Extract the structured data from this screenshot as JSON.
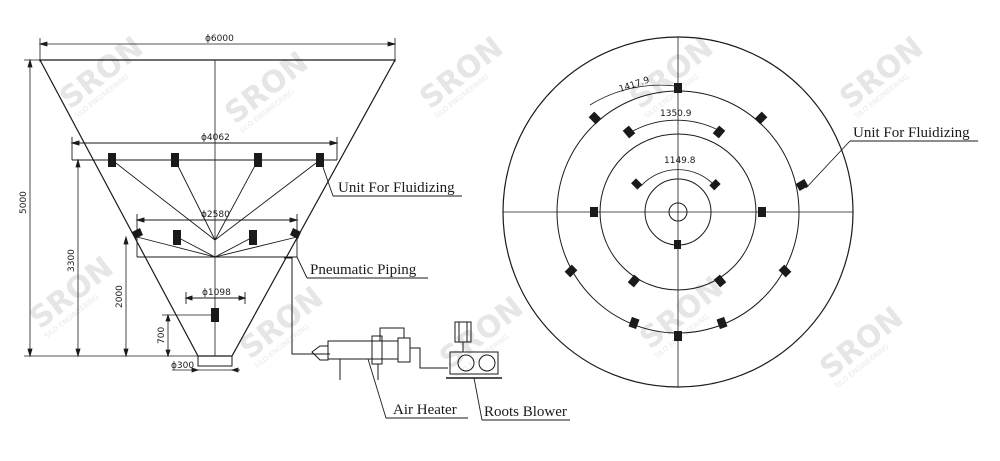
{
  "dimensions": {
    "top_diameter": "ɸ6000",
    "ring1_diameter": "ɸ4062",
    "ring2_diameter": "ɸ2580",
    "ring3_diameter": "ɸ1098",
    "outlet_diameter": "ɸ300",
    "total_height": "5000",
    "height_3300": "3300",
    "height_2000": "2000",
    "height_700": "700",
    "arc_outer": "1417.9",
    "arc_middle": "1350.9",
    "arc_inner": "1149.8"
  },
  "labels": {
    "fluidizing_left": "Unit For Fluidizing",
    "fluidizing_right": "Unit For Fluidizing",
    "pneumatic_piping": "Pneumatic Piping",
    "air_heater": "Air Heater",
    "roots_blower": "Roots Blower"
  },
  "watermark": {
    "brand": "SRON",
    "sub": "SILO ENGINEERING"
  },
  "colors": {
    "line": "#1a1a1a",
    "watermark": "#e6e6e6"
  }
}
